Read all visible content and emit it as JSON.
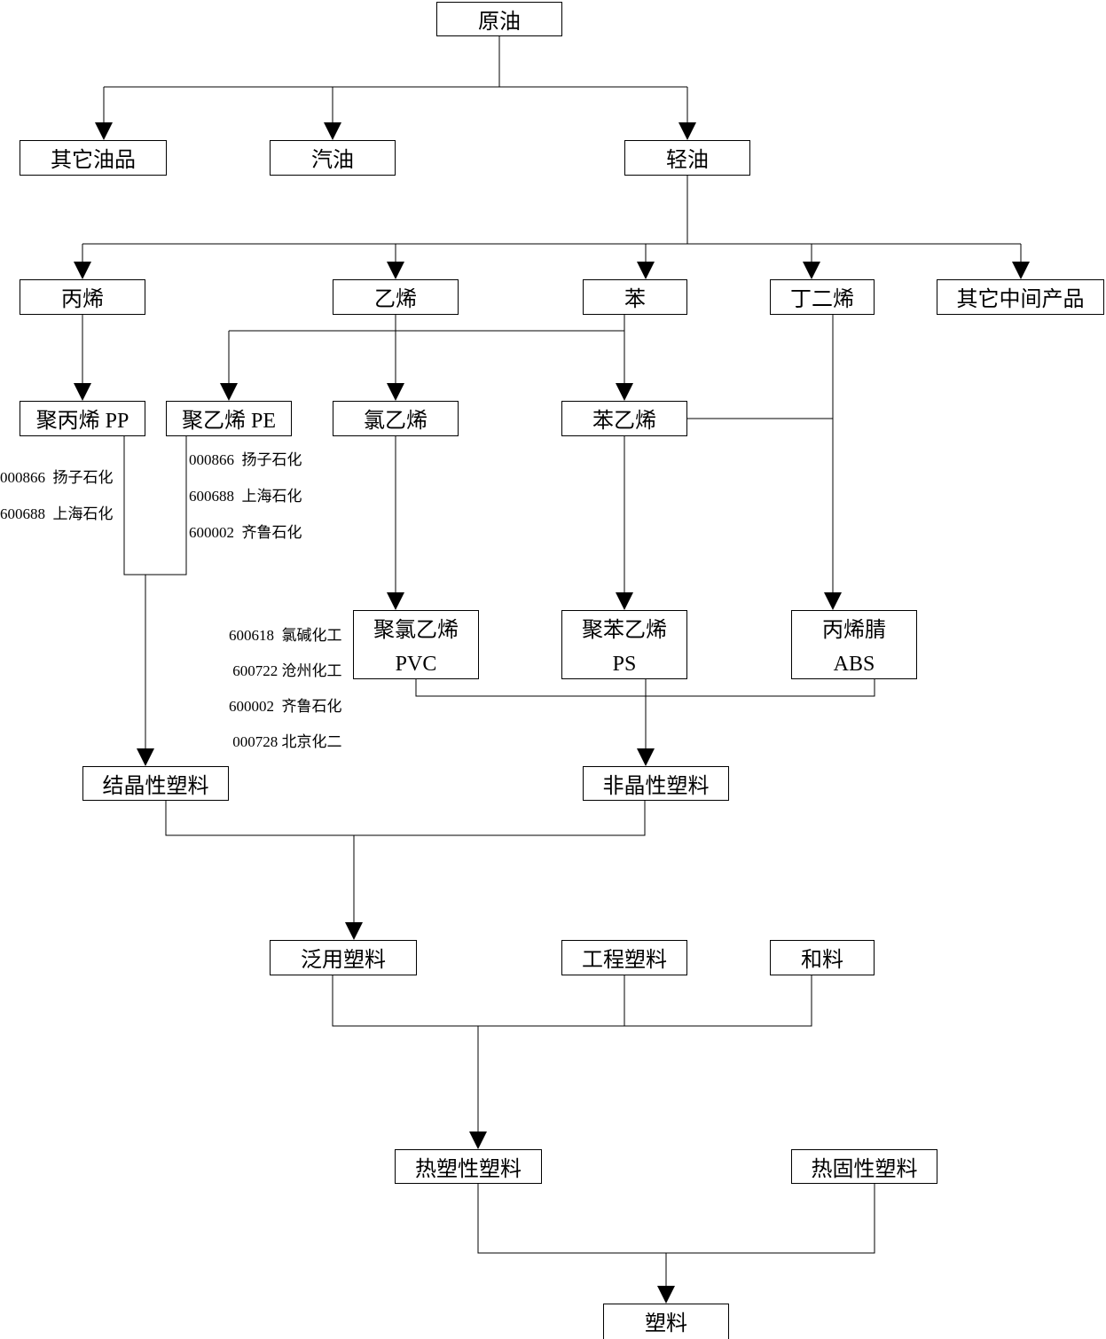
{
  "nodes": {
    "crude_oil": "原油",
    "other_oil_products": "其它油品",
    "gasoline": "汽油",
    "light_oil": "轻油",
    "propylene": "丙烯",
    "ethylene": "乙烯",
    "benzene": "苯",
    "butadiene": "丁二烯",
    "other_intermediates": "其它中间产品",
    "pp": "聚丙烯 PP",
    "pe": "聚乙烯 PE",
    "vinyl_chloride": "氯乙烯",
    "styrene": "苯乙烯",
    "pvc_line1": "聚氯乙烯",
    "pvc_line2": "PVC",
    "ps_line1": "聚苯乙烯",
    "ps_line2": "PS",
    "abs_line1": "丙烯腈",
    "abs_line2": "ABS",
    "crystalline_plastics": "结晶性塑料",
    "amorphous_plastics": "非晶性塑料",
    "general_plastics": "泛用塑料",
    "engineering_plastics": "工程塑料",
    "blends": "和料",
    "thermoplastics": "热塑性塑料",
    "thermosets": "热固性塑料",
    "plastics": "塑料"
  },
  "notes": {
    "pp": [
      "000866  扬子石化",
      "600688  上海石化"
    ],
    "pe": [
      "000866  扬子石化",
      "600688  上海石化",
      "600002  齐鲁石化"
    ],
    "pvc": [
      "600618  氯碱化工",
      " 600722 沧州化工",
      "600002  齐鲁石化",
      " 000728 北京化二"
    ]
  }
}
